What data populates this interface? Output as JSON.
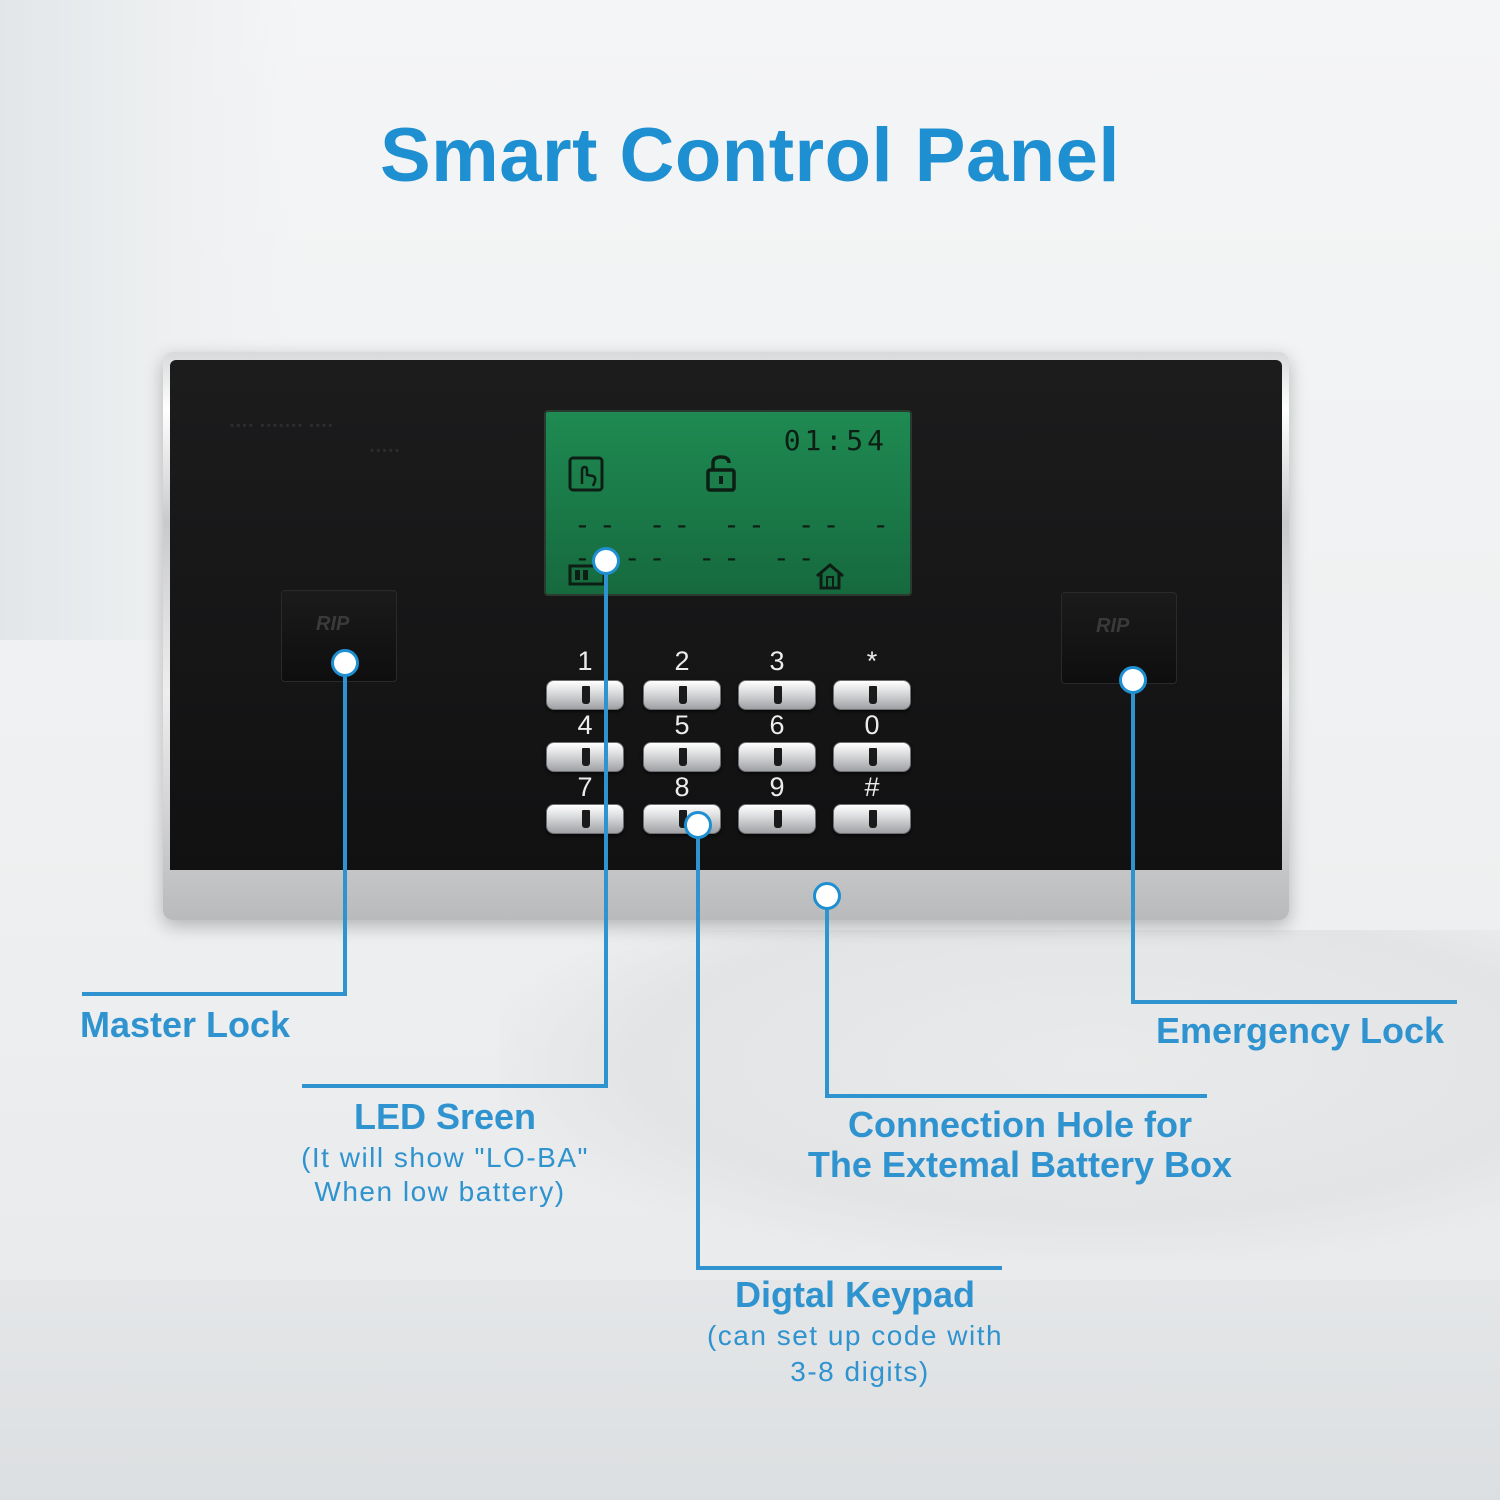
{
  "title": "Smart Control Panel",
  "panel": {
    "lcd_time": "01:54",
    "lcd_dashes": "-- -- -- -- -- -- -- --",
    "port_marking": "RIP",
    "keys": [
      "1",
      "2",
      "3",
      "*",
      "4",
      "5",
      "6",
      "0",
      "7",
      "8",
      "9",
      "#"
    ]
  },
  "callouts": {
    "master_lock": "Master Lock",
    "emergency_lock": "Emergency Lock",
    "led_screen": "LED Sreen",
    "led_screen_note_1": "(It will show \"LO-BA\"",
    "led_screen_note_2": "When low battery)",
    "connection_hole_1": "Connection Hole for",
    "connection_hole_2": "The Extemal Battery Box",
    "keypad": "Digtal Keypad",
    "keypad_note_1": "(can set up code with",
    "keypad_note_2": "3-8 digits)"
  },
  "colors": {
    "accent": "#1e8fd0",
    "lcd": "#1a7a48",
    "panel": "#141415"
  }
}
